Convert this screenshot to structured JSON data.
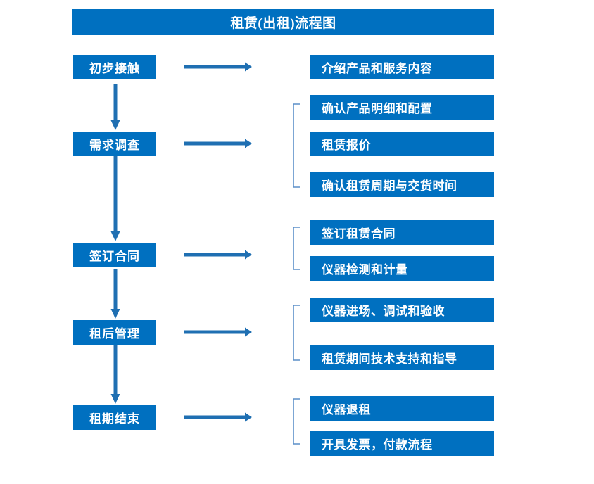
{
  "chart_data": {
    "type": "diagram",
    "title": "租赁(出租)流程图",
    "layout": "left stage column with downward arrows, horizontal arrows to right detail column grouped by brackets",
    "colors": {
      "box_fill": "#0070C0",
      "box_text": "#FFFFFF",
      "arrow": "#1F6FB2",
      "bracket": "#5B8FC9",
      "background": "#FFFFFF"
    },
    "stages": [
      {
        "label": "初步接触",
        "details": [
          "介绍产品和服务内容"
        ]
      },
      {
        "label": "需求调查",
        "details": [
          "确认产品明细和配置",
          "租赁报价",
          "确认租赁周期与交货时间"
        ]
      },
      {
        "label": "签订合同",
        "details": [
          "签订租赁合同",
          "仪器检测和计量"
        ]
      },
      {
        "label": "租后管理",
        "details": [
          "仪器进场、调试和验收",
          "租赁期间技术支持和指导"
        ]
      },
      {
        "label": "租期结束",
        "details": [
          "仪器退租",
          "开具发票，付款流程"
        ]
      }
    ]
  },
  "diagram": {
    "title": "租赁(出租)流程图",
    "stages": [
      {
        "label": "初步接触"
      },
      {
        "label": "需求调查"
      },
      {
        "label": "签订合同"
      },
      {
        "label": "租后管理"
      },
      {
        "label": "租期结束"
      }
    ],
    "details": [
      {
        "label": "介绍产品和服务内容"
      },
      {
        "label": "确认产品明细和配置"
      },
      {
        "label": "租赁报价"
      },
      {
        "label": "确认租赁周期与交货时间"
      },
      {
        "label": "签订租赁合同"
      },
      {
        "label": "仪器检测和计量"
      },
      {
        "label": "仪器进场、调试和验收"
      },
      {
        "label": "租赁期间技术支持和指导"
      },
      {
        "label": "仪器退租"
      },
      {
        "label": "开具发票，付款流程"
      }
    ]
  }
}
